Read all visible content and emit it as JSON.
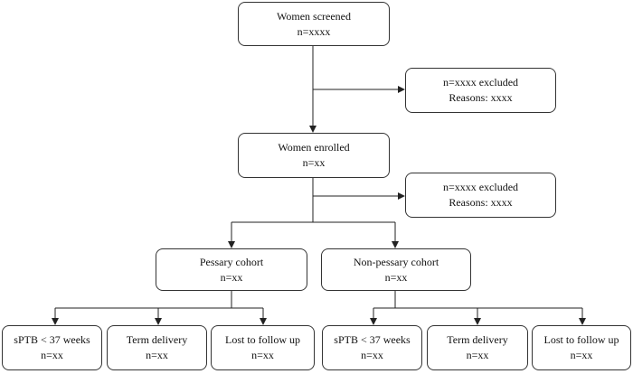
{
  "nodes": {
    "screened": {
      "title": "Women screened",
      "count": "n=xxxx"
    },
    "excluded_1": {
      "title": "n=xxxx excluded",
      "reason": "Reasons: xxxx"
    },
    "enrolled": {
      "title": "Women enrolled",
      "count": "n=xx"
    },
    "excluded_2": {
      "title": "n=xxxx excluded",
      "reason": "Reasons: xxxx"
    },
    "pessary": {
      "title": "Pessary cohort",
      "count": "n=xx"
    },
    "non_pessary": {
      "title": "Non-pessary cohort",
      "count": "n=xx"
    },
    "pessary_sptb": {
      "title": "sPTB < 37 weeks",
      "count": "n=xx"
    },
    "pessary_term": {
      "title": "Term delivery",
      "count": "n=xx"
    },
    "pessary_lost": {
      "title": "Lost to follow up",
      "count": "n=xx"
    },
    "non_pessary_sptb": {
      "title": "sPTB < 37 weeks",
      "count": "n=xx"
    },
    "non_pessary_term": {
      "title": "Term delivery",
      "count": "n=xx"
    },
    "non_pessary_lost": {
      "title": "Lost to follow up",
      "count": "n=xx"
    }
  }
}
